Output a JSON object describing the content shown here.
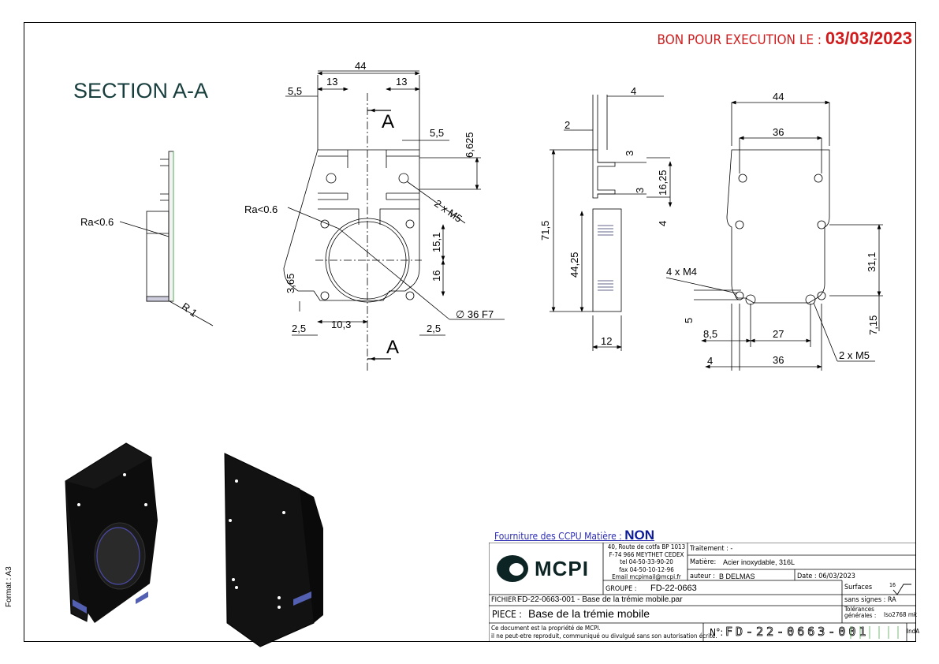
{
  "header": {
    "bon_label": "BON POUR EXECUTION LE :",
    "bon_date": "03/03/2023",
    "section_title": "SECTION A-A",
    "format": "Format : A3"
  },
  "dimensions": {
    "sec_ra": "Ra<0.6",
    "sec_r1": "R 1",
    "front_44": "44",
    "front_13a": "13",
    "front_13b": "13",
    "front_55a": "5,5",
    "front_55b": "5,5",
    "front_6625": "6,625",
    "front_m5": "2 x M5",
    "front_ra": "Ra<0.6",
    "front_151": "15,1",
    "front_16": "16",
    "front_365": "3,65",
    "front_25a": "2,5",
    "front_103": "10,3",
    "front_25b": "2,5",
    "front_d36": "∅ 36 F7",
    "front_A_top": "A",
    "front_A_bot": "A",
    "side_4": "4",
    "side_2": "2",
    "side_3a": "3",
    "side_3b": "3",
    "side_1625": "16,25",
    "side_4b": "4",
    "side_715": "71,5",
    "side_4425": "44,25",
    "side_12": "12",
    "back_44": "44",
    "back_36": "36",
    "back_311": "31,1",
    "back_4m4": "4 x M4",
    "back_5": "5",
    "back_85": "8,5",
    "back_27": "27",
    "back_715": "7,15",
    "back_4": "4",
    "back_36b": "36",
    "back_2m5": "2 x M5"
  },
  "title_block": {
    "fourniture_label": "Fourniture des CCPU Matière :",
    "fourniture_value": "NON",
    "company_logo": "MCPI",
    "address_1": "40, Route de cotfa BP 1013",
    "address_2": "F-74 966 MEYTHET CEDEX",
    "address_3": "tel 04-50-33-90-20",
    "address_4": "fax 04-50-10-12-96",
    "address_5": "Email mcpimail@mcpi.fr",
    "traitement_label": "Traitement : -",
    "matiere_label": "Matière:",
    "matiere_value": "Acier inoxydable, 316L",
    "auteur_label": "auteur :",
    "auteur_value": "B DELMAS",
    "date_label": "Date : 06/03/2023",
    "groupe_label": "GROUPE :",
    "groupe_value": "FD-22-0663",
    "fichier_label": "FICHIER :",
    "fichier_value": "FD-22-0663-001 - Base de la trémie mobile.par",
    "piece_label": "PIECE :",
    "piece_value": "Base de la trémie mobile",
    "surfaces_label": "Surfaces",
    "surfaces_value": "16",
    "sans_signes": "sans signes : RA",
    "tolerances_label": "Tolérances générales :",
    "tolerances_value": "Iso2768 mk",
    "propriete_1": "Ce document est la propriété de MCPI.",
    "propriete_2": "il ne peut-etre reproduit, communiqué ou divulgué sans son autorisation écrite.",
    "numero_label": "N°:",
    "numero_value": "FD-22-0663-001",
    "ind_label": "IndA"
  }
}
